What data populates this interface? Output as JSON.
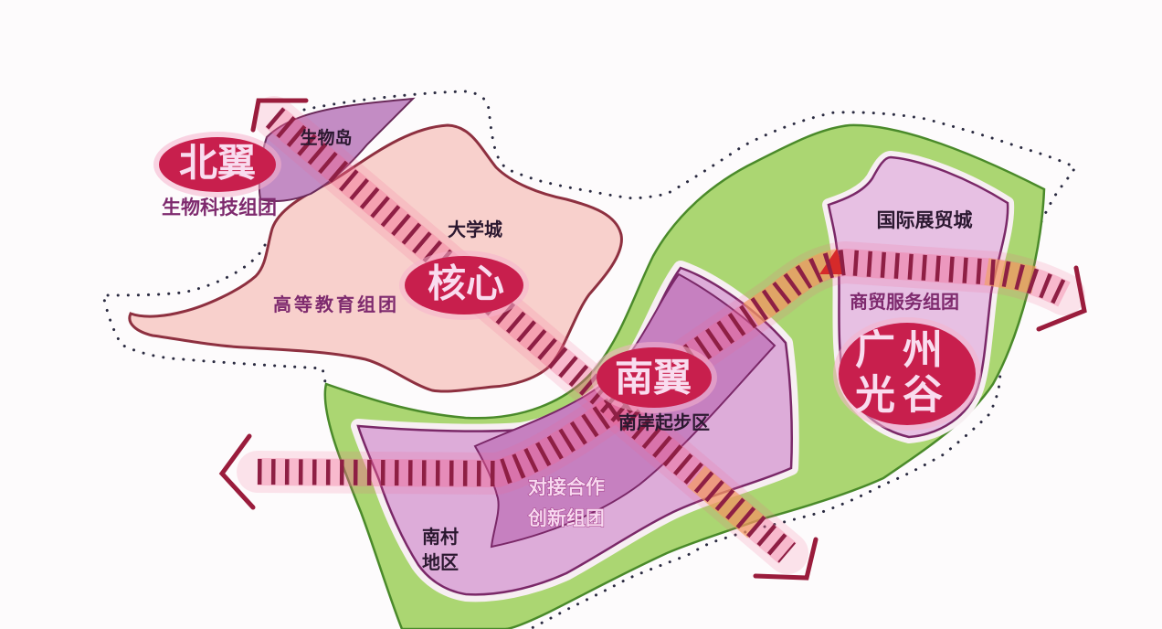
{
  "map": {
    "regions": {
      "north_wing": {
        "badge": "北翼",
        "cluster_label": "生物科技组团",
        "place_label": "生物岛"
      },
      "core": {
        "badge": "核心",
        "cluster_label": "高等教育组团",
        "place_label": "大学城"
      },
      "south_wing": {
        "badge": "南翼",
        "place_label": "南岸起步区",
        "cluster_label_lines": [
          "对接合作",
          "创新组团"
        ],
        "area_label_lines": [
          "南村",
          "地区"
        ]
      },
      "optics_valley": {
        "badge_lines": [
          "广州",
          "光谷"
        ],
        "place_label": "国际展贸城",
        "cluster_label": "商贸服务组团"
      }
    },
    "axes": [
      {
        "name": "northwest-southeast-axis",
        "arrows": [
          "northwest",
          "southeast"
        ]
      },
      {
        "name": "west-east-axis",
        "arrows": [
          "west",
          "east"
        ]
      }
    ],
    "colors": {
      "background": "#fdfbfc",
      "education_zone": "#f8d0cc",
      "green_zone": "#abd672",
      "south_zone": "#ddacd9",
      "innovation_band": "#c680c0",
      "trade_zone": "#e7c0e3",
      "bio_island": "#c38cc4",
      "badge_red": "#c81f4d",
      "hatch": "#8e1f44",
      "boundary_dots": "#2a2a40"
    }
  }
}
